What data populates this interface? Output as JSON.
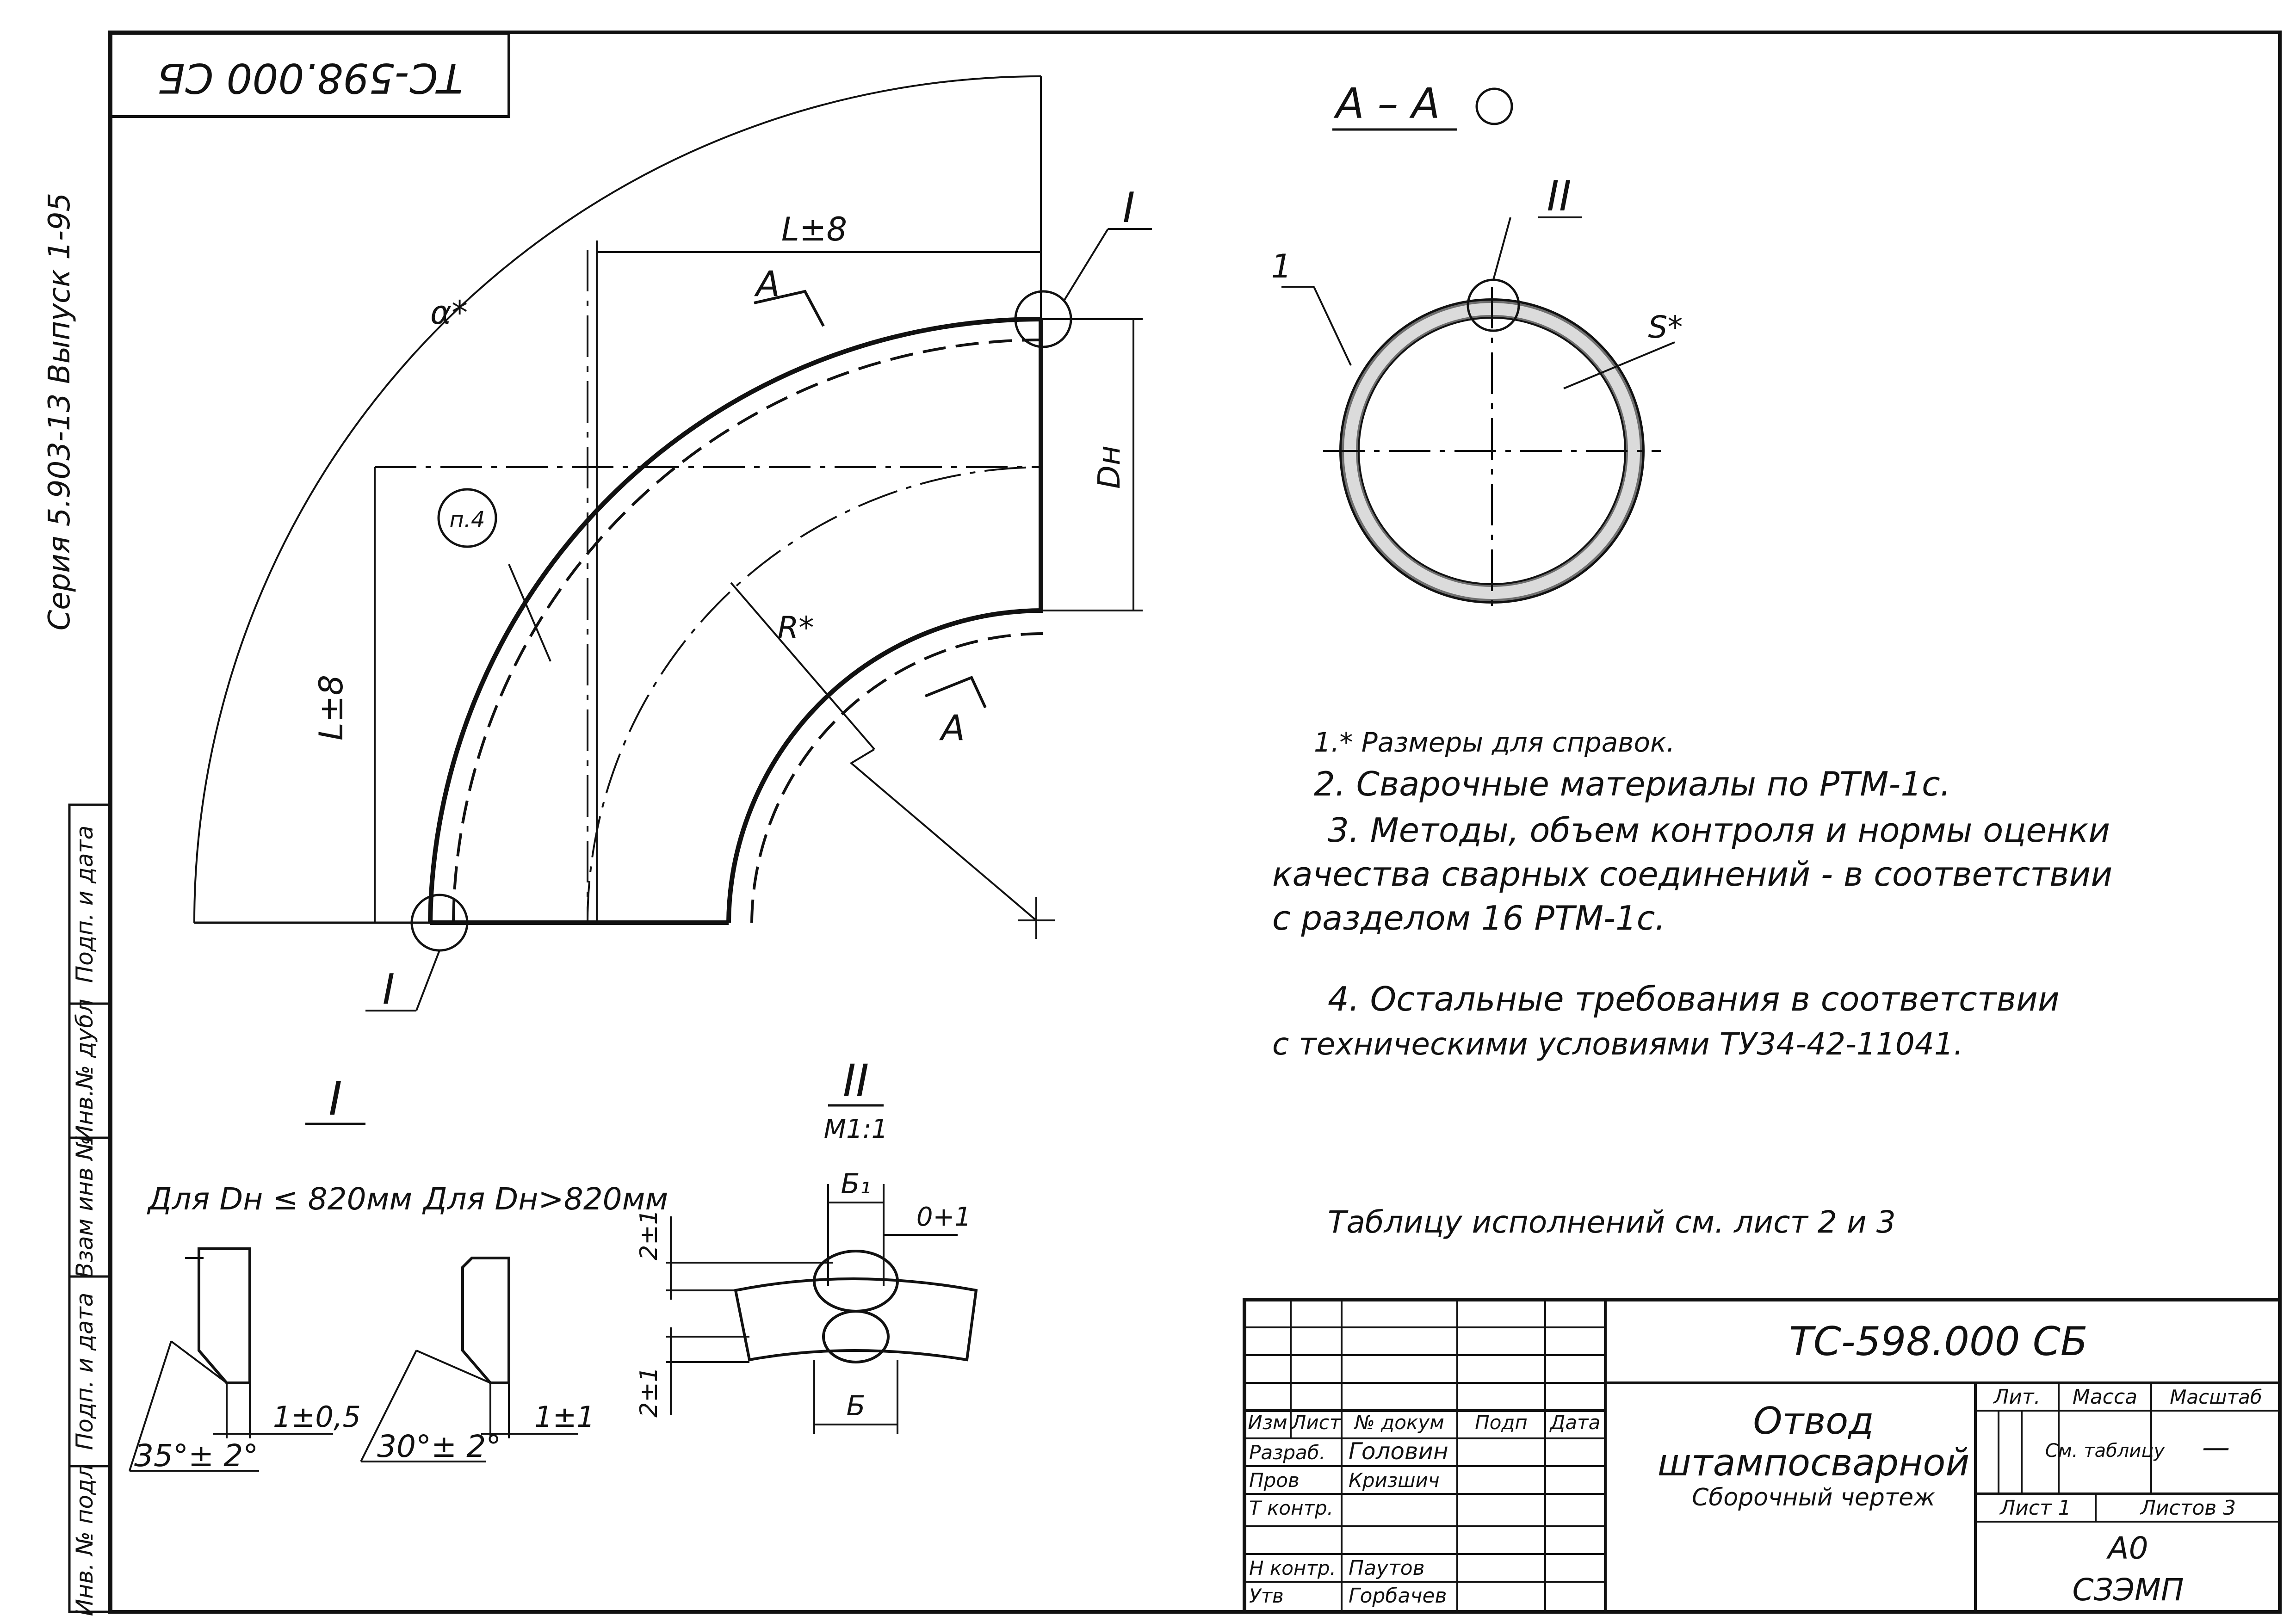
{
  "header_stamp": "ТС-598.000 СБ",
  "side_label": "Серия 5.903-13  Выпуск 1-95",
  "side_columns": [
    "Подп. и дата",
    "Инв.№ дубл",
    "Взам инв №",
    "Подп. и дата",
    "Инв. № подл"
  ],
  "main_view": {
    "dim_top": "L±8",
    "dim_left": "L±8",
    "angle": "α*",
    "dn": "Dн",
    "radius": "R*",
    "note_ref": "п.4",
    "node_I_top": "I",
    "node_I_bottom": "I",
    "section_top": "А",
    "section_bottom": "А"
  },
  "section_view": {
    "title": "А – А",
    "node_II": "II",
    "item": "1",
    "thickness": "S*"
  },
  "notes": [
    "1.* Размеры для справок.",
    "2. Сварочные материалы по РТМ-1с.",
    "3. Методы, объем контроля и нормы оценки",
    "качества сварных соединений - в соответствии",
    "с разделом 16 РТМ-1с.",
    "4. Остальные требования в соответствии",
    "с техническими условиями ТУ34-42-11041."
  ],
  "table_note": "Таблицу исполнений см. лист 2 и 3",
  "detail_I": {
    "title": "I",
    "case1": "Для Dн ≤ 820мм",
    "case2": "Для Dн>820мм",
    "angle1": "35°± 2°",
    "angle2": "30°± 2°",
    "gap1": "1±0,5",
    "gap2": "1±1"
  },
  "detail_II": {
    "title": "II",
    "scale": "М1:1",
    "b1": "Б₁",
    "b": "Б",
    "o": "0+1",
    "h1": "2±1",
    "h2": "2±1"
  },
  "title_block": {
    "doc_number": "ТС-598.000 СБ",
    "name_line1": "Отвод",
    "name_line2": "штампосварной",
    "name_line3": "Сборочный чертеж",
    "col_headers": [
      "Изм",
      "Лист",
      "№ докум",
      "Подп",
      "Дата"
    ],
    "rows": [
      {
        "role": "Разраб.",
        "name": "Головин"
      },
      {
        "role": "Пров",
        "name": "Кризшич"
      },
      {
        "role": "Т контр.",
        "name": ""
      },
      {
        "role": "Н контр.",
        "name": "Паутов"
      },
      {
        "role": "Утв",
        "name": "Горбачев"
      }
    ],
    "lit": "Лит.",
    "mass": "Масса",
    "scale": "Масштаб",
    "mass_value": "См. таблицу",
    "scale_value": "—",
    "sheet": "Лист 1",
    "sheets": "Листов 3",
    "format": "А0",
    "org": "СЗЭМП"
  }
}
